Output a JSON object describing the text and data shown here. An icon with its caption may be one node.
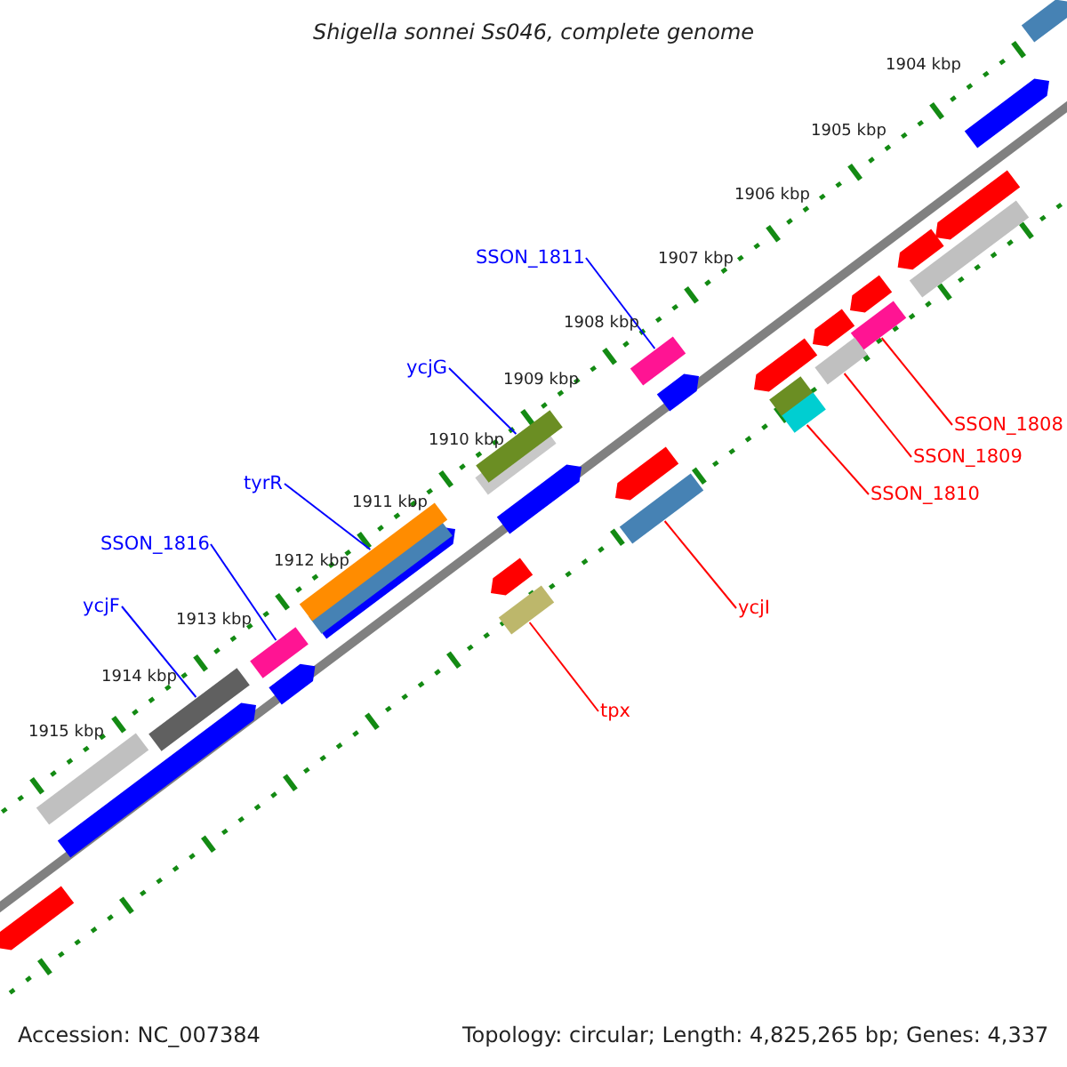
{
  "diagram": {
    "title": "Shigella sonnei Ss046, complete genome",
    "nodes": [
      {
        "text": [
          "SSON_1811"
        ]
      },
      {
        "text": [
          "ycjG"
        ]
      },
      {
        "text": [
          "tyrR"
        ]
      },
      {
        "text": [
          "SSON_1816"
        ]
      },
      {
        "text": [
          "ycjF"
        ]
      },
      {
        "text": [
          "SSON_1808"
        ]
      },
      {
        "text": [
          "SSON_1809"
        ]
      },
      {
        "text": [
          "SSON_1810"
        ]
      },
      {
        "text": [
          "ycjI"
        ]
      },
      {
        "text": [
          "tpx"
        ]
      },
      {
        "text": [],
        "shape": "bar"
      },
      {
        "text": [],
        "shape": "bar"
      },
      {
        "text": [],
        "shape": "bar"
      },
      {
        "text": [],
        "shape": "bar"
      },
      {
        "text": [],
        "shape": "bar"
      },
      {
        "text": [],
        "shape": "bar"
      },
      {
        "text": [],
        "shape": "bar"
      },
      {
        "text": [],
        "shape": "bar"
      },
      {
        "text": [],
        "shape": "bar"
      },
      {
        "text": [],
        "shape": "bar"
      }
    ],
    "edges": [
      {
        "from": 0,
        "to": 10,
        "arrow": "none"
      },
      {
        "from": 1,
        "to": 11,
        "arrow": "none"
      },
      {
        "from": 2,
        "to": 12,
        "arrow": "none"
      },
      {
        "from": 3,
        "to": 13,
        "arrow": "none"
      },
      {
        "from": 4,
        "to": 14,
        "arrow": "none"
      },
      {
        "from": 5,
        "to": 15,
        "arrow": "none",
        "color": "#ff0000"
      },
      {
        "from": 6,
        "to": 16,
        "arrow": "none",
        "color": "#ff0000"
      },
      {
        "from": 7,
        "to": 17,
        "arrow": "none",
        "color": "#ff0000"
      },
      {
        "from": 8,
        "to": 18,
        "arrow": "none",
        "color": "#ff0000"
      },
      {
        "from": 9,
        "to": 19,
        "arrow": "none",
        "color": "#ff0000"
      }
    ],
    "labels": [
      "1904 kbp",
      "1905 kbp",
      "1906 kbp",
      "1907 kbp",
      "1908 kbp",
      "1909 kbp",
      "1910 kbp",
      "1911 kbp",
      "1912 kbp",
      "1913 kbp",
      "1914 kbp",
      "1915 kbp",
      "Accession: NC_007384",
      "Topology: circular; Length: 4,825,265 bp; Genes: 4,337"
    ]
  }
}
